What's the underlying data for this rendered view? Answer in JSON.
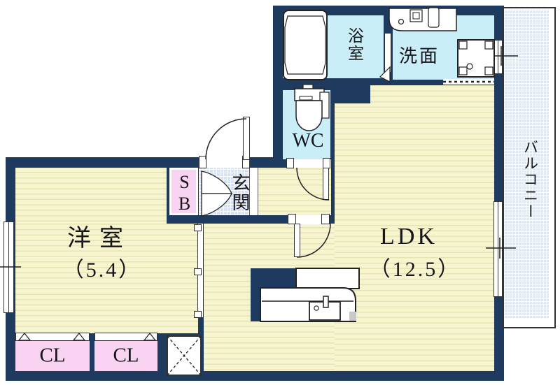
{
  "plan_labels": {
    "western_room": {
      "name": "洋室",
      "size": "（5.4）"
    },
    "ldk": {
      "name": "LDK",
      "size": "（12.5）"
    },
    "bath": {
      "name": "浴室"
    },
    "washroom": {
      "name": "洗面"
    },
    "toilet": {
      "name": "WC"
    },
    "entrance": {
      "name": "玄関"
    },
    "shoe_box": {
      "name": "SB"
    },
    "closet_left": {
      "name": "CL"
    },
    "closet_right": {
      "name": "CL"
    },
    "balcony": {
      "name": "バルコニー"
    }
  },
  "colors": {
    "wall": "#1e3a5e",
    "flooring": "#f7f4d0",
    "flooring_stripe": "#e7e3b3",
    "wet_room_floor": "#c9eef8",
    "entrance_tile": "#d7e2f2",
    "balcony_tile": "#dde9f6",
    "closet_pink": "#f8d3f2",
    "outline": "#222222"
  }
}
